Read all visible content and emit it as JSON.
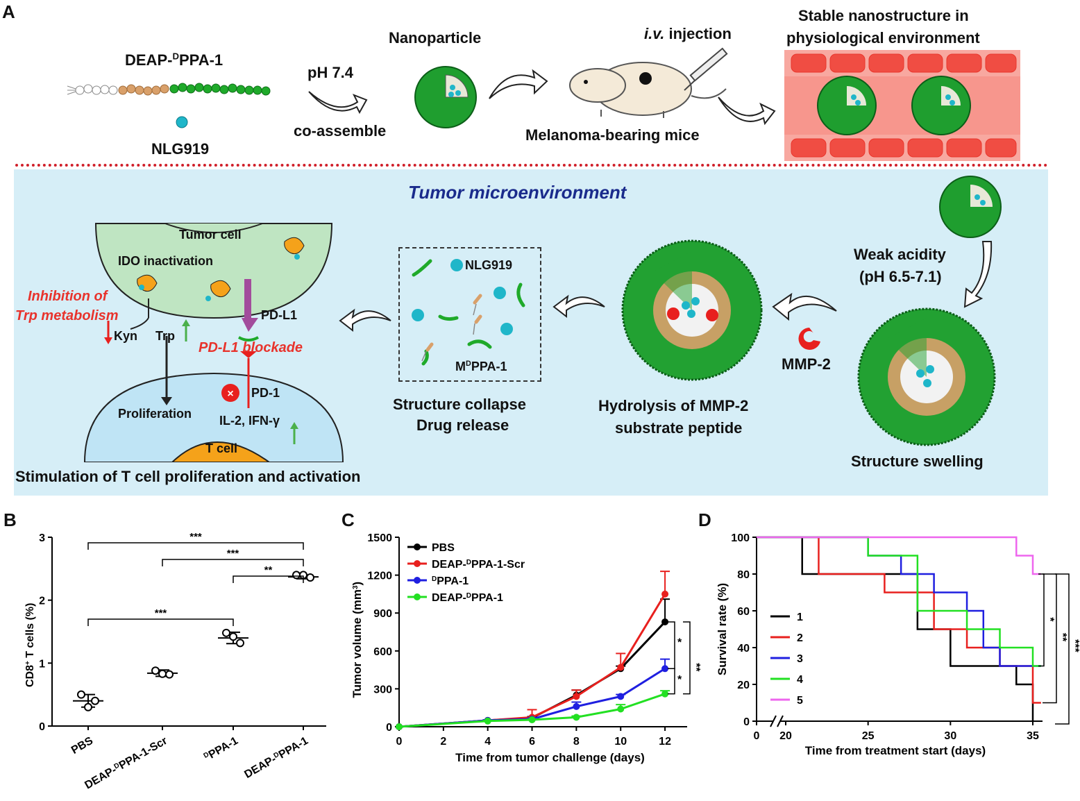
{
  "panelA": {
    "letter": "A",
    "deap_label_pre": "DEAP-",
    "deap_label_sup": "D",
    "deap_label_post": "PPA-1",
    "nlg_label": "NLG919",
    "ph74": "pH 7.4",
    "coassemble": "co-assemble",
    "nanoparticle": "Nanoparticle",
    "iv_italic": "i.v.",
    "iv_rest": " injection",
    "mice": "Melanoma-bearing mice",
    "stable_line1": "Stable nanostructure in",
    "stable_line2": "physiological environment",
    "tme_title": "Tumor microenvironment",
    "tumor_cell": "Tumor cell",
    "ido": "IDO inactivation",
    "inhibition_line1": "Inhibition of",
    "inhibition_line2": "Trp metabolism",
    "kyn": "Kyn",
    "trp": "Trp",
    "pdl1": "PD-L1",
    "pdl1_blockade": "PD-L1 blockade",
    "pd1": "PD-1",
    "proliferation": "Proliferation",
    "il2": "IL-2, IFN-γ",
    "tcell": "T cell",
    "stimulation": "Stimulation of T cell proliferation and activation",
    "nlg_box": "NLG919",
    "mppa_pre": "M",
    "mppa_sup": "D",
    "mppa_post": "PPA-1",
    "collapse_line1": "Structure collapse",
    "collapse_line2": "Drug release",
    "hydrolysis_line1": "Hydrolysis of MMP-2",
    "hydrolysis_line2": "substrate peptide",
    "mmp2": "MMP-2",
    "weak_line1": "Weak acidity",
    "weak_line2": "(pH 6.5-7.1)",
    "swelling": "Structure swelling"
  },
  "panelB": {
    "letter": "B",
    "sig": [
      "***",
      "***",
      "**",
      "***"
    ]
  },
  "panelC": {
    "letter": "C",
    "sig": [
      "*",
      "*",
      "**"
    ]
  },
  "panelD": {
    "letter": "D",
    "sig": [
      "*",
      "**",
      "***"
    ]
  },
  "colors": {
    "green_np": "#1f9e2f",
    "tme_bg": "#d6eef7",
    "tumor_cell": "#bfe5c2",
    "t_cell": "#bfe4f5",
    "orange": "#f5a21a",
    "red_dots": "#e0322a"
  },
  "chart_data": [
    {
      "panel": "B",
      "type": "scatter",
      "categories": [
        "PBS",
        "DEAP-DPPA-1-Scr",
        "DPPA-1",
        "DEAP-DPPA-1"
      ],
      "category_labels": [
        {
          "pre": "PBS",
          "sup": "",
          "post": ""
        },
        {
          "pre": "DEAP-",
          "sup": "D",
          "post": "PPA-1-Scr"
        },
        {
          "pre": "",
          "sup": "D",
          "post": "PPA-1"
        },
        {
          "pre": "DEAP-",
          "sup": "D",
          "post": "PPA-1"
        }
      ],
      "points": [
        [
          0.5,
          0.3,
          0.4
        ],
        [
          0.88,
          0.83,
          0.82
        ],
        [
          1.48,
          1.42,
          1.32
        ],
        [
          2.4,
          2.4,
          2.36
        ]
      ],
      "means": [
        0.4,
        0.84,
        1.4,
        2.37
      ],
      "errors": [
        0.1,
        0.05,
        0.09,
        0.03
      ],
      "ylabel_pre": "CD8",
      "ylabel_sup": "+",
      "ylabel_post": " T cells (%)",
      "yticks": [
        "0",
        "1",
        "2",
        "3"
      ],
      "ylim": [
        0,
        3
      ]
    },
    {
      "panel": "C",
      "type": "line",
      "x": [
        0,
        4,
        6,
        8,
        10,
        12
      ],
      "xticks": [
        "0",
        "2",
        "4",
        "6",
        "8",
        "10",
        "12"
      ],
      "xlabel": "Time from tumor challenge (days)",
      "ylabel_pre": "Tumor volume (mm",
      "ylabel_sup": "3",
      "ylabel_post": ")",
      "yticks": [
        "0",
        "300",
        "600",
        "900",
        "1200",
        "1500"
      ],
      "ylim": [
        0,
        1500
      ],
      "xlim": [
        0,
        13
      ],
      "series": [
        {
          "name": "PBS",
          "label_pre": "PBS",
          "label_sup": "",
          "label_post": "",
          "color": "#000000",
          "values": [
            0,
            50,
            70,
            250,
            460,
            830
          ],
          "err": [
            0,
            5,
            10,
            40,
            20,
            180
          ]
        },
        {
          "name": "DEAP-DPPA-1-Scr",
          "label_pre": "DEAP-",
          "label_sup": "D",
          "label_post": "PPA-1-Scr",
          "color": "#e8201e",
          "values": [
            0,
            50,
            75,
            240,
            470,
            1050
          ],
          "err": [
            0,
            5,
            60,
            50,
            110,
            180
          ]
        },
        {
          "name": "DPPA-1",
          "label_pre": "",
          "label_sup": "D",
          "label_post": "PPA-1",
          "color": "#1f1fe0",
          "values": [
            0,
            50,
            60,
            160,
            240,
            460
          ],
          "err": [
            0,
            5,
            8,
            35,
            15,
            75
          ]
        },
        {
          "name": "DEAP-DPPA-1",
          "label_pre": "DEAP-",
          "label_sup": "D",
          "label_post": "PPA-1",
          "color": "#22e022",
          "values": [
            0,
            45,
            55,
            75,
            140,
            260
          ],
          "err": [
            0,
            5,
            5,
            10,
            35,
            25
          ]
        }
      ]
    },
    {
      "panel": "D",
      "type": "line",
      "xlabel": "Time from treatment start (days)",
      "ylabel": "Survival rate (%)",
      "xticks": [
        "0",
        "20",
        "25",
        "30",
        "35"
      ],
      "yticks": [
        "0",
        "20",
        "40",
        "60",
        "80",
        "100"
      ],
      "ylim": [
        0,
        100
      ],
      "series": [
        {
          "name": "1",
          "color": "#000000",
          "steps": [
            [
              20,
              100
            ],
            [
              21,
              80
            ],
            [
              28,
              50
            ],
            [
              30,
              30
            ],
            [
              34,
              20
            ],
            [
              35,
              0
            ]
          ]
        },
        {
          "name": "2",
          "color": "#e8201e",
          "steps": [
            [
              20,
              100
            ],
            [
              22,
              80
            ],
            [
              26,
              70
            ],
            [
              29,
              50
            ],
            [
              31,
              40
            ],
            [
              33,
              30
            ],
            [
              35,
              10
            ],
            [
              35.5,
              10
            ]
          ]
        },
        {
          "name": "3",
          "color": "#1f1fe0",
          "steps": [
            [
              20,
              100
            ],
            [
              25,
              90
            ],
            [
              27,
              80
            ],
            [
              29,
              70
            ],
            [
              31,
              60
            ],
            [
              32,
              40
            ],
            [
              33,
              30
            ],
            [
              35,
              30
            ],
            [
              35.5,
              30
            ]
          ]
        },
        {
          "name": "4",
          "color": "#22e022",
          "steps": [
            [
              20,
              100
            ],
            [
              25,
              90
            ],
            [
              26,
              90
            ],
            [
              28,
              60
            ],
            [
              31,
              50
            ],
            [
              33,
              40
            ],
            [
              35,
              30
            ],
            [
              35.5,
              30
            ]
          ]
        },
        {
          "name": "5",
          "color": "#ee66ee",
          "steps": [
            [
              20,
              100
            ],
            [
              34,
              90
            ],
            [
              35,
              80
            ],
            [
              35.5,
              80
            ]
          ]
        }
      ]
    }
  ]
}
